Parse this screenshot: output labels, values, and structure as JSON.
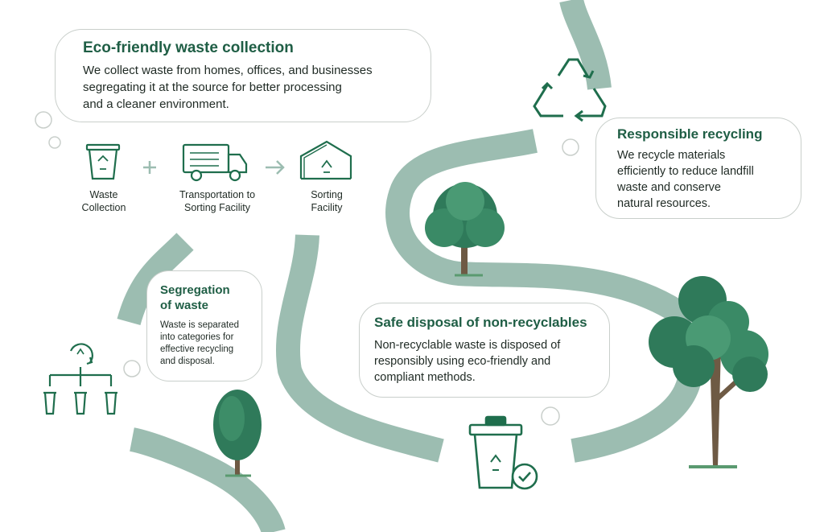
{
  "colors": {
    "brand_green": "#1f6e4d",
    "path_sage": "#9cbdb1",
    "tree_green": "#2f7a5a",
    "trunk_brown": "#6e5a44"
  },
  "collection": {
    "title": "Eco-friendly waste collection",
    "lines": [
      "We collect waste from homes, offices, and businesses",
      "segregating it at the source for better processing",
      "and a cleaner environment."
    ]
  },
  "process_steps": [
    {
      "label_lines": [
        "Waste",
        "Collection"
      ],
      "icon": "recycle-bin-icon"
    },
    {
      "label_lines": [
        "Transportation to",
        "Sorting Facility"
      ],
      "icon": "truck-icon"
    },
    {
      "label_lines": [
        "Sorting",
        "Facility"
      ],
      "icon": "sorting-facility-icon"
    }
  ],
  "connectors": [
    "plus-icon",
    "arrow-right-icon"
  ],
  "recycling": {
    "title": "Responsible recycling",
    "lines": [
      "We recycle materials",
      "efficiently to reduce landfill",
      "waste and conserve",
      "natural resources."
    ],
    "icon": "recycle-symbol-icon"
  },
  "segregation": {
    "title_lines": [
      "Segregation",
      "of waste"
    ],
    "lines": [
      "Waste is separated",
      "into categories for",
      "effective recycling",
      "and disposal."
    ],
    "icon": "segregation-tree-icon"
  },
  "disposal": {
    "title": "Safe disposal of non-recyclables",
    "lines": [
      "Non-recyclable waste is disposed of",
      "responsibly using eco-friendly and",
      "compliant methods."
    ],
    "icon": "bin-with-check-icon"
  }
}
